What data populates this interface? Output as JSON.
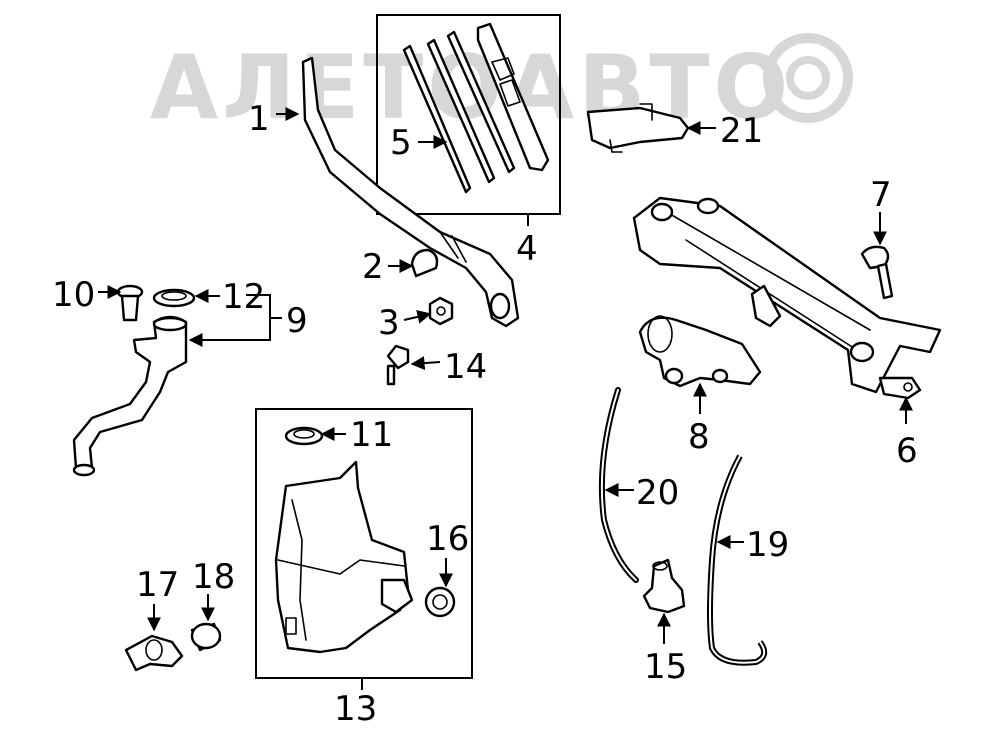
{
  "watermark": "АЛЕТОАВТО",
  "callouts": {
    "c1": "1",
    "c2": "2",
    "c3": "3",
    "c4": "4",
    "c5": "5",
    "c6": "6",
    "c7": "7",
    "c8": "8",
    "c9": "9",
    "c10": "10",
    "c11": "11",
    "c12": "12",
    "c13": "13",
    "c14": "14",
    "c15": "15",
    "c16": "16",
    "c17": "17",
    "c18": "18",
    "c19": "19",
    "c20": "20",
    "c21": "21"
  },
  "colors": {
    "line": "#000000",
    "watermark": "#d7d7d7",
    "background": "#ffffff"
  }
}
